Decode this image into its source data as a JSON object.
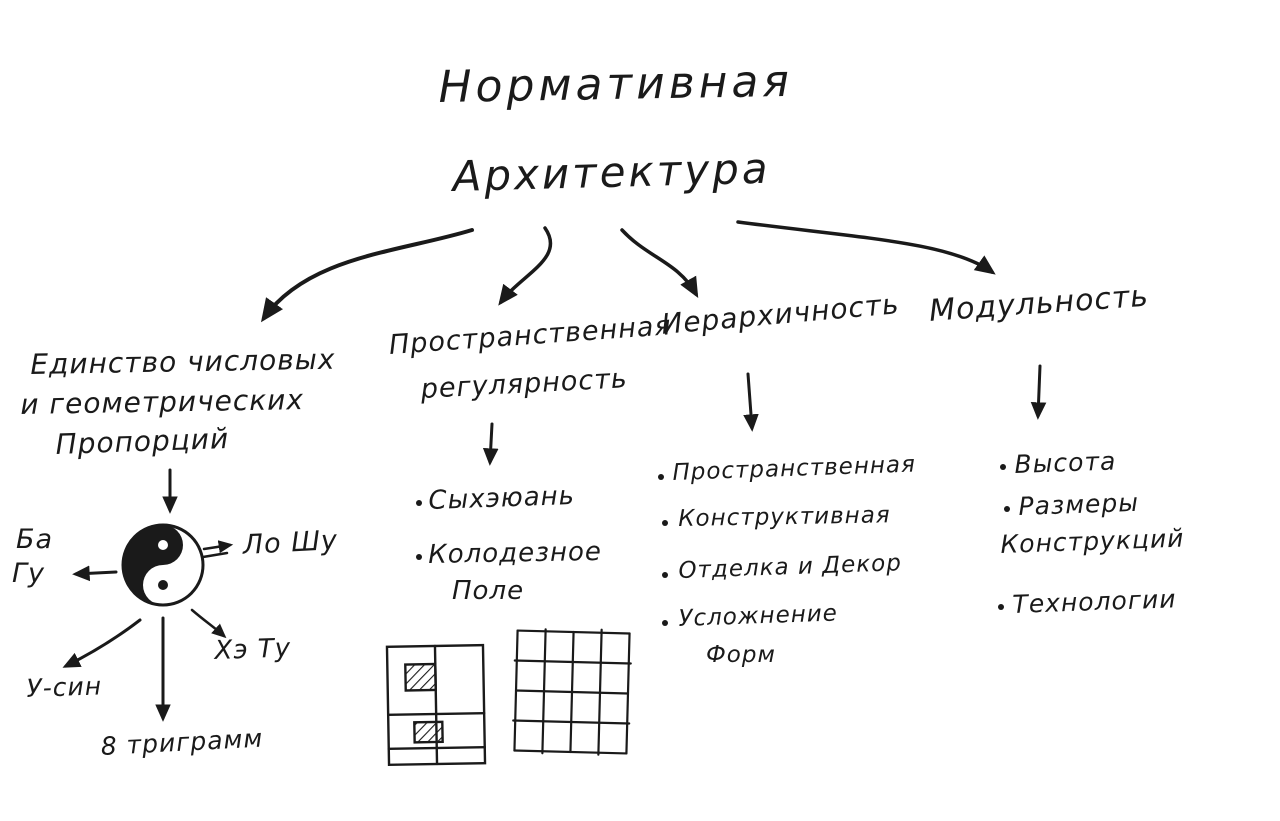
{
  "title": {
    "line1": "Нормативная",
    "line2": "Архитектура"
  },
  "branch_proportions": {
    "heading_line1": "Единство числовых",
    "heading_line2": "и геометрических",
    "heading_line3": "Пропорций",
    "ba_gu_line1": "Ба",
    "ba_gu_line2": "Гу",
    "lo_shu": "Ло Шу",
    "he_tu": "Хэ Ту",
    "u_sin": "У-син",
    "trigrams": "8 триграмм"
  },
  "branch_spatial": {
    "heading_line1": "Пространственная",
    "heading_line2": "регулярность",
    "item1": "Сыхэюань",
    "item2_line1": "Колодезное",
    "item2_line2": "Поле"
  },
  "branch_hierarchy": {
    "heading": "Иерархичность",
    "item1": "Пространственная",
    "item2": "Конструктивная",
    "item3": "Отделка и Декор",
    "item4_line1": "Усложнение",
    "item4_line2": "Форм"
  },
  "branch_modularity": {
    "heading": "Модульность",
    "item1": "Высота",
    "item2_line1": "Размеры",
    "item2_line2": "Конструкций",
    "item3": "Технологии"
  },
  "colors": {
    "ink": "#1a1a1a",
    "background": "#ffffff"
  }
}
